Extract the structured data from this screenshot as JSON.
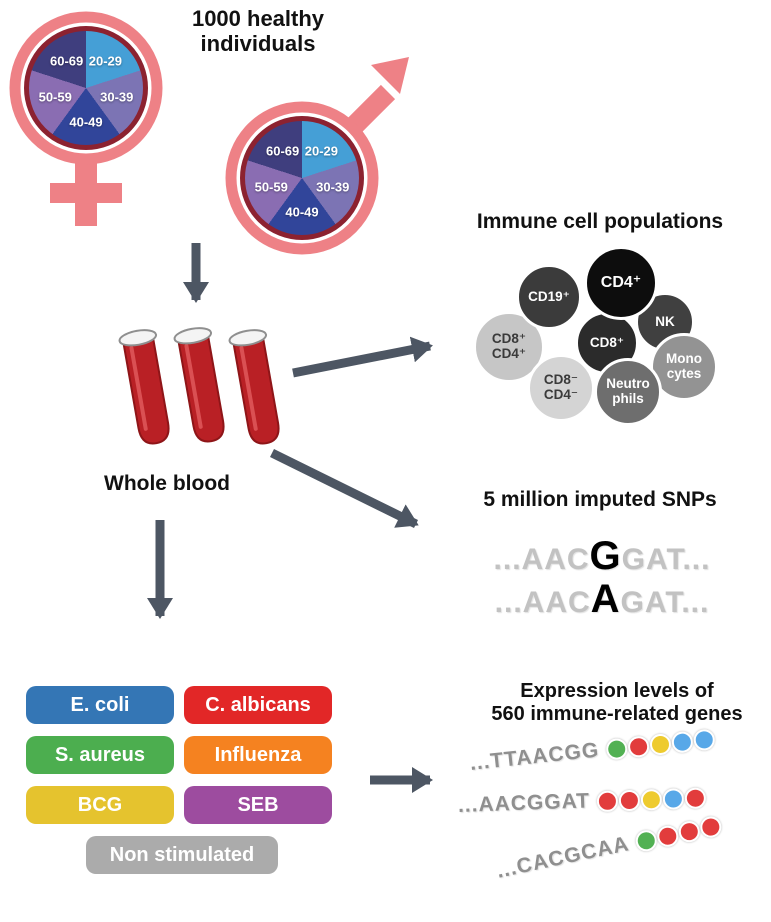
{
  "title": "1000 healthy individuals",
  "demographics": {
    "ages": [
      "20-29",
      "30-39",
      "40-49",
      "50-59",
      "60-69"
    ],
    "colors": [
      "#459FD6",
      "#7C74B4",
      "#31459A",
      "#8A6DB2",
      "#3F3E7E"
    ],
    "symbol_color": "#EE8186",
    "pie_ring_color": "#8C2230"
  },
  "whole_blood": {
    "label": "Whole blood"
  },
  "immune_cells": {
    "title": "Immune cell populations",
    "cells": [
      {
        "key": "dp",
        "lines": [
          "CD8⁺",
          "CD4⁺"
        ],
        "bg": "#C6C6C6",
        "fg": "#3A3A3A"
      },
      {
        "key": "cd19",
        "lines": [
          "CD19⁺"
        ],
        "bg": "#3B3B3B",
        "fg": "#FFFFFF"
      },
      {
        "key": "nk",
        "lines": [
          "NK"
        ],
        "bg": "#404040",
        "fg": "#FFFFFF"
      },
      {
        "key": "cd8",
        "lines": [
          "CD8⁺"
        ],
        "bg": "#2B2B2B",
        "fg": "#FFFFFF"
      },
      {
        "key": "mono",
        "lines": [
          "Mono",
          "cytes"
        ],
        "bg": "#939393",
        "fg": "#FFFFFF"
      },
      {
        "key": "dn",
        "lines": [
          "CD8⁻",
          "CD4⁻"
        ],
        "bg": "#D4D4D4",
        "fg": "#3A3A3A"
      },
      {
        "key": "neutro",
        "lines": [
          "Neutro",
          "phils"
        ],
        "bg": "#6E6E6E",
        "fg": "#FFFFFF"
      },
      {
        "key": "cd4",
        "lines": [
          "CD4⁺"
        ],
        "bg": "#0D0D0D",
        "fg": "#FFFFFF"
      }
    ]
  },
  "snps": {
    "title": "5 million imputed SNPs",
    "lines": [
      {
        "pre": "...AAC",
        "mut": "G",
        "post": "GAT..."
      },
      {
        "pre": "...AAC",
        "mut": "A",
        "post": "GAT..."
      }
    ]
  },
  "stimulations": {
    "items": [
      {
        "label": "E. coli",
        "color": "#3476B5"
      },
      {
        "label": "C. albicans",
        "color": "#E22727"
      },
      {
        "label": "S. aureus",
        "color": "#4CAE4F"
      },
      {
        "label": "Influenza",
        "color": "#F58220"
      },
      {
        "label": "BCG",
        "color": "#E5C32E"
      },
      {
        "label": "SEB",
        "color": "#9D4C9F"
      },
      {
        "label": "Non stimulated",
        "color": "#ABABAB"
      }
    ]
  },
  "expression": {
    "title_line1": "Expression levels of",
    "title_line2": "560 immune-related genes",
    "rows": [
      {
        "seq": "...TTAACGG",
        "dots": [
          "#52B153",
          "#E23C3C",
          "#EECB2F",
          "#58A8E8",
          "#58A8E8"
        ]
      },
      {
        "seq": "...AACGGAT",
        "dots": [
          "#E23C3C",
          "#E23C3C",
          "#EECB2F",
          "#58A8E8",
          "#E23C3C"
        ]
      },
      {
        "seq": "...CACGCAA",
        "dots": [
          "#52B153",
          "#E23C3C",
          "#E23C3C",
          "#E23C3C"
        ]
      }
    ]
  }
}
